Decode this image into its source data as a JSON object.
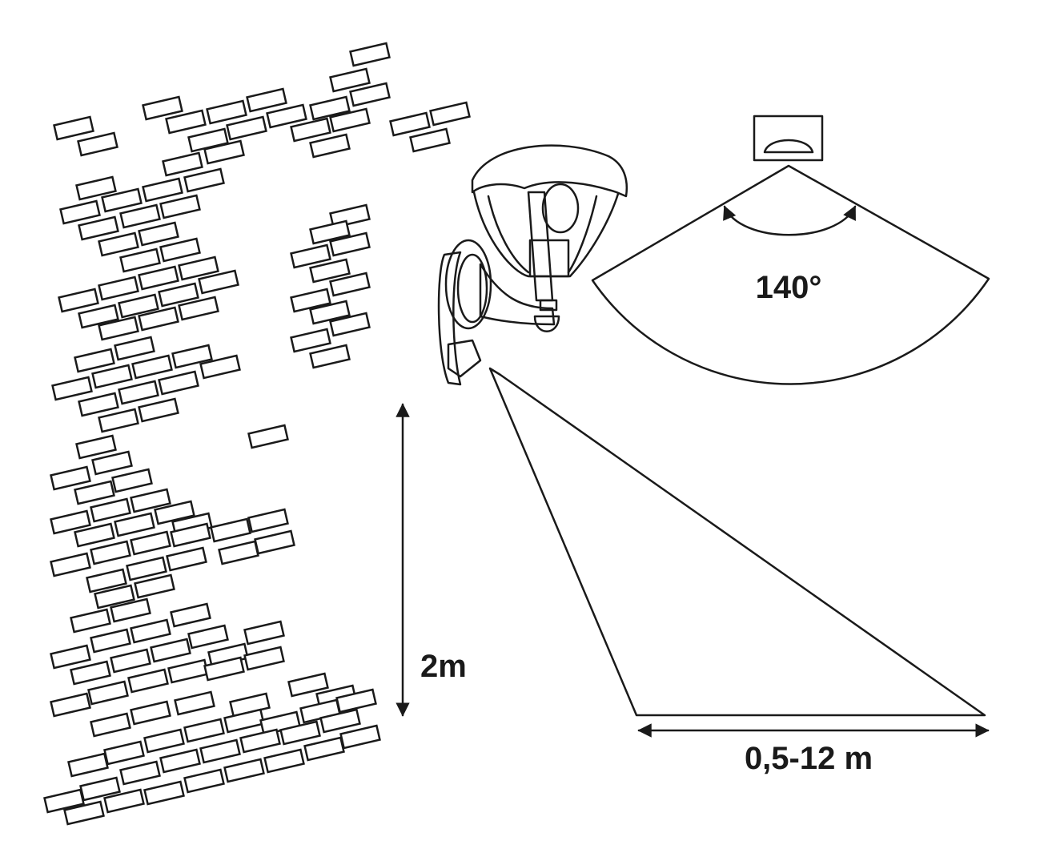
{
  "diagram": {
    "angle_label": "140°",
    "height_label": "2m",
    "range_label": "0,5-12 m"
  }
}
